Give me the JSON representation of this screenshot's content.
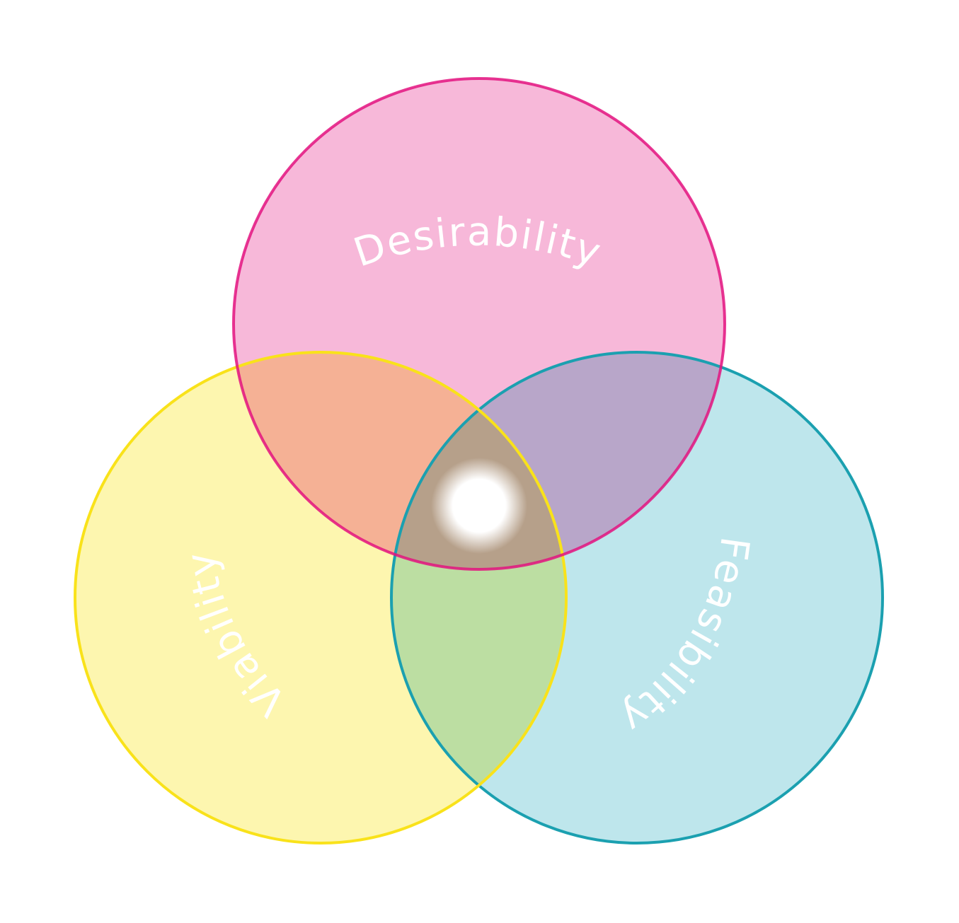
{
  "diagram": {
    "type": "venn-3",
    "sets": [
      {
        "id": "desirability",
        "label": "Desirability",
        "fill": "#f4a0cc",
        "stroke": "#e3127f"
      },
      {
        "id": "viability",
        "label": "Viability",
        "fill": "#fdf5a6",
        "stroke": "#f9e21a"
      },
      {
        "id": "feasibility",
        "label": "Feasibility",
        "fill": "#a8dde6",
        "stroke": "#1ba0b0"
      }
    ],
    "label_color": "#ffffff",
    "center_glow_color": "#ffffff"
  }
}
